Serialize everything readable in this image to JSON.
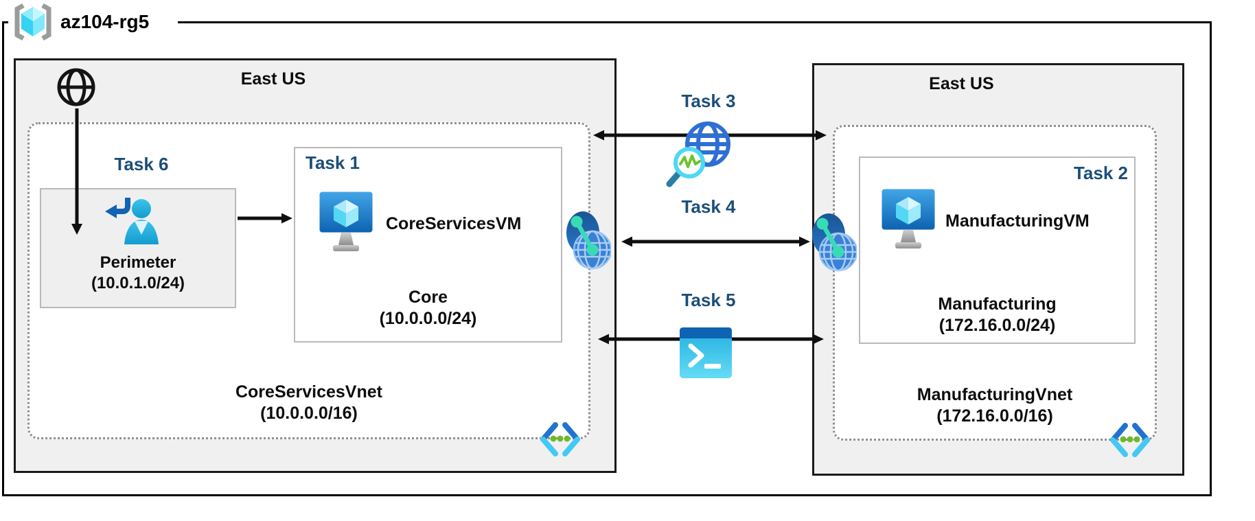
{
  "resource_group": {
    "name": "az104-rg5"
  },
  "left_region": {
    "location": "East US",
    "vnet": {
      "name": "CoreServicesVnet",
      "cidr": "(10.0.0.0/16)"
    },
    "perimeter_subnet": {
      "task": "Task 6",
      "name": "Perimeter",
      "cidr": "(10.0.1.0/24)"
    },
    "core_subnet": {
      "task": "Task 1",
      "vm_name": "CoreServicesVM",
      "name": "Core",
      "cidr": "(10.0.0.0/24)"
    }
  },
  "right_region": {
    "location": "East US",
    "vnet": {
      "name": "ManufacturingVnet",
      "cidr": "(172.16.0.0/16)"
    },
    "manufacturing_subnet": {
      "task": "Task 2",
      "vm_name": "ManufacturingVM",
      "name": "Manufacturing",
      "cidr": "(172.16.0.0/24)"
    }
  },
  "connections": {
    "task3": {
      "label": "Task 3",
      "icon": "network-watcher-icon"
    },
    "task4": {
      "label": "Task 4",
      "icon": "network-peering-icon"
    },
    "task5": {
      "label": "Task 5",
      "icon": "cloud-shell-icon"
    }
  },
  "icons": {
    "resource-group-icon": "gray brackets with cyan cube",
    "internet-icon": "black outline globe",
    "user-return-icon": "cyan person with blue return arrow",
    "vm-icon": "blue monitor with cyan cube",
    "network-peering-icon": "dark blue circle + globe with teal connector dots",
    "network-watcher-icon": "blue wireframe globe with cyan magnifier and green pulse",
    "cloud-shell-icon": "cyan terminal window with >_ prompt",
    "subnet-code-icon": "blue chevrons with three green dots"
  },
  "colors": {
    "task_label": "#1B4E78",
    "region_bg": "#F0F0F0",
    "azure_blue": "#0078D4",
    "cyan_accent": "#50E6FF",
    "teal_dot": "#38DCB4",
    "green_dot": "#76BC2D",
    "arrow": "#0F0F0F"
  }
}
